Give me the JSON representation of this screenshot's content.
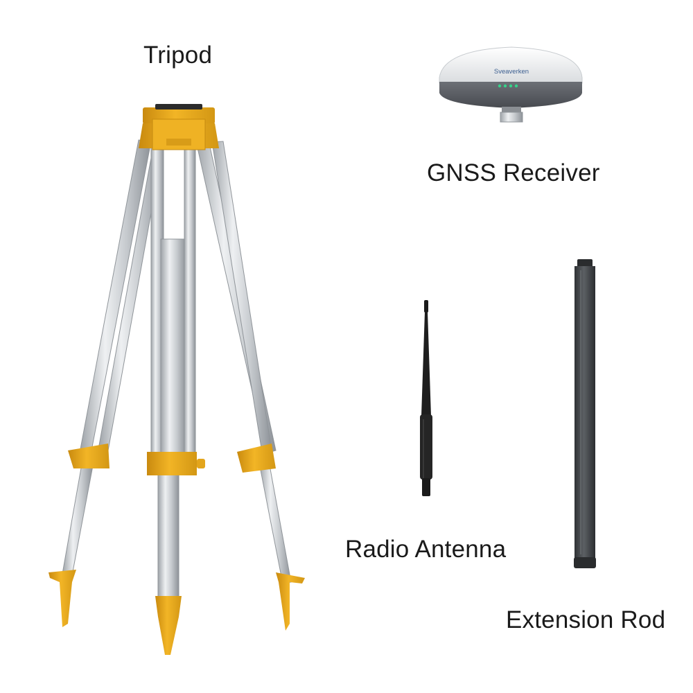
{
  "labels": {
    "tripod": "Tripod",
    "gnss_receiver": "GNSS Receiver",
    "radio_antenna": "Radio Antenna",
    "extension_rod": "Extension Rod"
  },
  "gnss": {
    "brand": "Sveaverken"
  },
  "colors": {
    "background": "#ffffff",
    "tripod_yellow": "#e8a91c",
    "aluminum": "#c9cdd1",
    "receiver_top": "#eef0f2",
    "receiver_base": "#5d6166",
    "led": "#35d48a",
    "antenna": "#1b1b1b",
    "rod": "#4a4d50"
  }
}
